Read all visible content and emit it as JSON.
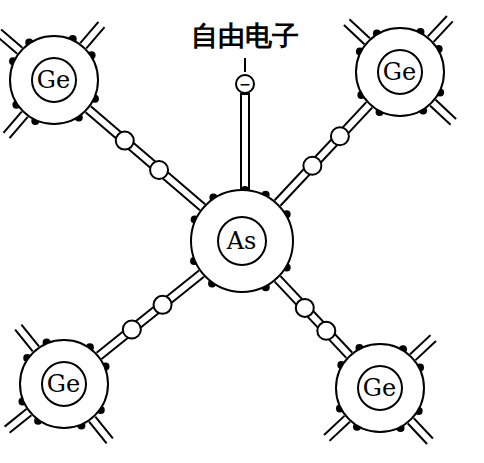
{
  "diagram": {
    "nodes": [
      {
        "text": [
          "Ge"
        ]
      },
      {
        "text": [
          "Ge"
        ]
      },
      {
        "text": [
          "As"
        ]
      },
      {
        "text": [
          "Ge"
        ]
      },
      {
        "text": [
          "Ge"
        ]
      }
    ],
    "edges": [
      {
        "from": 2,
        "to": 0,
        "arrow": "none"
      },
      {
        "from": 2,
        "to": 1,
        "arrow": "none"
      },
      {
        "from": 2,
        "to": 3,
        "arrow": "none"
      },
      {
        "from": 2,
        "to": 4,
        "arrow": "none"
      }
    ],
    "labels": [
      "自由电子",
      "−"
    ]
  }
}
